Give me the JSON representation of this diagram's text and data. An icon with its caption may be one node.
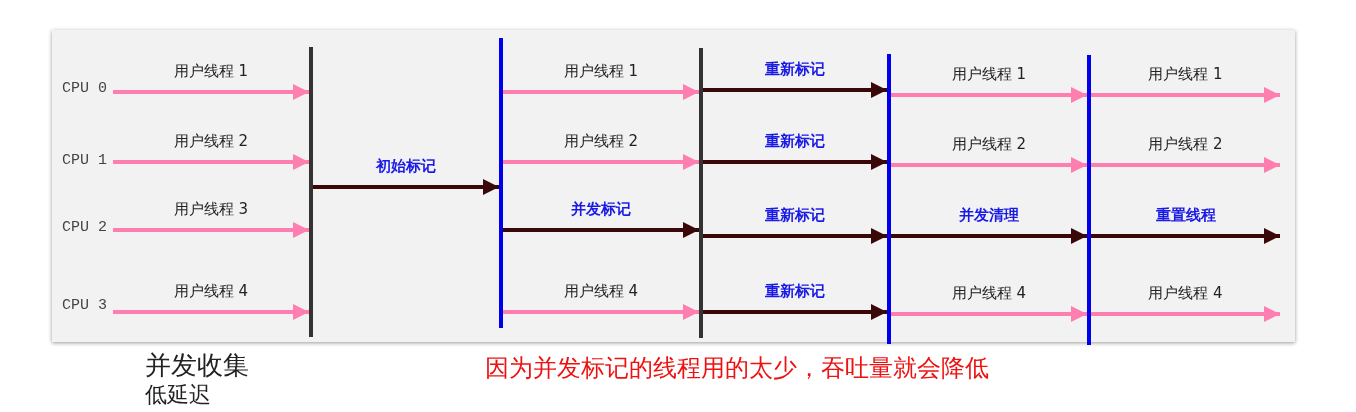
{
  "diagram": {
    "nodes": [
      {
        "text": [
          "CPU 0"
        ]
      },
      {
        "text": [
          "CPU 1"
        ]
      },
      {
        "text": [
          "CPU 2"
        ]
      },
      {
        "text": [
          "CPU 3"
        ]
      },
      {
        "text": [],
        "shape": "bar"
      },
      {
        "text": [],
        "shape": "bar"
      },
      {
        "text": [],
        "shape": "bar"
      },
      {
        "text": [],
        "shape": "bar"
      },
      {
        "text": [],
        "shape": "bar"
      }
    ],
    "edges": [
      {
        "from": 0,
        "to": 4,
        "arrow": "to",
        "label": "用户线程 1"
      },
      {
        "from": 1,
        "to": 4,
        "arrow": "to",
        "label": "用户线程 2"
      },
      {
        "from": 2,
        "to": 4,
        "arrow": "to",
        "label": "用户线程 3"
      },
      {
        "from": 3,
        "to": 4,
        "arrow": "to",
        "label": "用户线程 4"
      },
      {
        "from": 4,
        "to": 5,
        "arrow": "to",
        "label": "初始标记",
        "color": "#3a0808"
      },
      {
        "from": 5,
        "to": 6,
        "arrow": "to",
        "label": "用户线程 1"
      },
      {
        "from": 5,
        "to": 6,
        "arrow": "to",
        "label": "用户线程 2"
      },
      {
        "from": 5,
        "to": 6,
        "arrow": "to",
        "label": "并发标记",
        "color": "#3a0808"
      },
      {
        "from": 5,
        "to": 6,
        "arrow": "to",
        "label": "用户线程 4"
      },
      {
        "from": 6,
        "to": 7,
        "arrow": "to",
        "label": "重新标记",
        "color": "#3a0808"
      },
      {
        "from": 6,
        "to": 7,
        "arrow": "to",
        "label": "重新标记",
        "color": "#3a0808"
      },
      {
        "from": 6,
        "to": 7,
        "arrow": "to",
        "label": "重新标记",
        "color": "#3a0808"
      },
      {
        "from": 6,
        "to": 7,
        "arrow": "to",
        "label": "重新标记",
        "color": "#3a0808"
      },
      {
        "from": 7,
        "to": 8,
        "arrow": "to",
        "label": "用户线程 1"
      },
      {
        "from": 7,
        "to": 8,
        "arrow": "to",
        "label": "用户线程 2"
      },
      {
        "from": 7,
        "to": 8,
        "arrow": "to",
        "label": "并发清理",
        "color": "#3a0808"
      },
      {
        "from": 7,
        "to": 8,
        "arrow": "to",
        "label": "用户线程 4"
      },
      {
        "from": 8,
        "to": null,
        "arrow": "to",
        "label": "用户线程 1"
      },
      {
        "from": 8,
        "to": null,
        "arrow": "to",
        "label": "用户线程 2"
      },
      {
        "from": 8,
        "to": null,
        "arrow": "to",
        "label": "重置线程",
        "color": "#3a0808"
      },
      {
        "from": 8,
        "to": null,
        "arrow": "to",
        "label": "用户线程 4"
      }
    ],
    "labels": [
      "并发收集",
      "低延迟",
      "因为并发标记的线程用的太少，吞吐量就会降低"
    ]
  }
}
